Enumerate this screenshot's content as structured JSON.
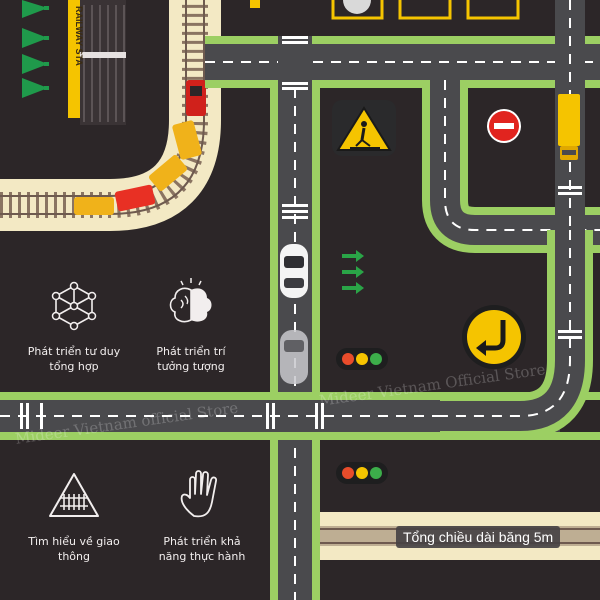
{
  "station_sign": "RAILWAY STA",
  "features": [
    {
      "id": "synthesis",
      "icon": "cube-network-icon",
      "line1": "Phát triển tư duy",
      "line2": "tổng hợp"
    },
    {
      "id": "imagination",
      "icon": "brain-icon",
      "line1": "Phát triển trí",
      "line2": "tưởng tượng"
    },
    {
      "id": "traffic",
      "icon": "railroad-crossing-icon",
      "line1": "Tìm hiểu về giao",
      "line2": "thông"
    },
    {
      "id": "practice",
      "icon": "hand-icon",
      "line1": "Phát triển khả",
      "line2": "năng thực hành"
    }
  ],
  "watermarks": [
    "Mideer Vietnam official Store",
    "Mideer Vietnam Official Store"
  ],
  "length_badge": "Tổng chiều dài băng 5m",
  "colors": {
    "background": "#2c2628",
    "road": "#4a4a4d",
    "road_lane": "#ffffff",
    "grass": "#9ccf63",
    "sand": "#f3e9c4",
    "track": "#6e5a4f",
    "sign_yellow": "#f5c400",
    "no_entry_red": "#e1241f",
    "light_red": "#e84c2b",
    "light_yellow": "#f5c400",
    "light_green": "#3cae4a"
  }
}
